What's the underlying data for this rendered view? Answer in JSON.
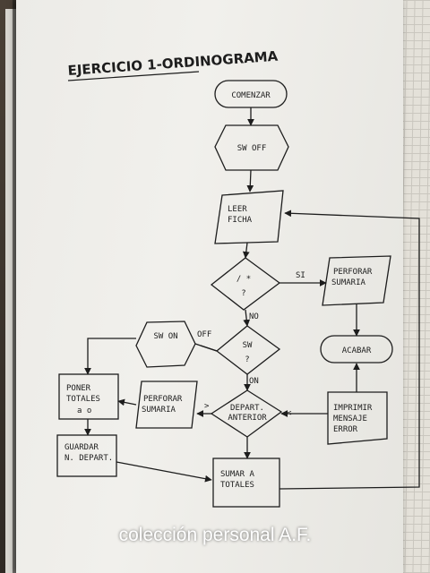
{
  "title": "EJERCICIO 1-ORDINOGRAMA",
  "nodes": {
    "comenzar": "COMENZAR",
    "sw_off": "SW OFF",
    "leer_ficha": [
      "LEER",
      "FICHA"
    ],
    "decision_slash": [
      "/ *",
      "?"
    ],
    "perforar_sumaria_right": [
      "PERFORAR",
      "SUMARIA"
    ],
    "decision_sw": [
      "SW",
      "?"
    ],
    "acabar": "ACABAR",
    "sw_on": "SW ON",
    "poner_totales": [
      "PONER",
      "TOTALES",
      "a      o"
    ],
    "perforar_sumaria_left": [
      "PERFORAR",
      "SUMARIA"
    ],
    "decision_depart": [
      "DEPART.",
      "ANTERIOR"
    ],
    "imprimir_mensaje": [
      "IMPRIMIR",
      "MENSAJE",
      "ERROR"
    ],
    "guardar_depart": [
      "GUARDAR",
      "N. DEPART."
    ],
    "sumar_totales": [
      "SUMAR  A",
      "TOTALES"
    ]
  },
  "edge_labels": {
    "si": "SI",
    "no": "NO",
    "off": "OFF",
    "on": "ON",
    "greater": ">",
    "less": "<"
  },
  "caption": "colección personal A.F.",
  "colors": {
    "ink": "#1d1d1d",
    "paper": "#eeede9",
    "caption": "#ffffff"
  }
}
